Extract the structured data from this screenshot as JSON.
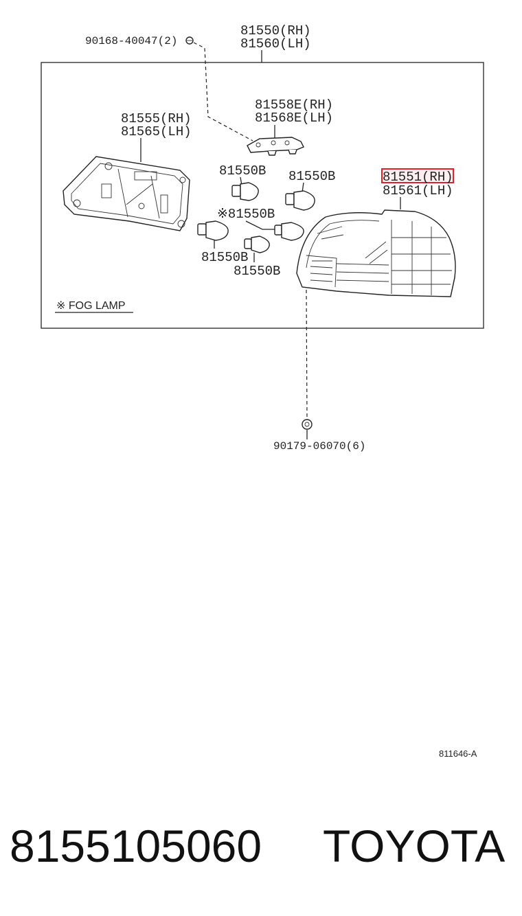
{
  "diagram": {
    "labels": {
      "screw_top": "90168-40047(2)",
      "housing_rh": "81550(RH)",
      "housing_lh": "81560(LH)",
      "socket_rh": "81558E(RH)",
      "socket_lh": "81568E(LH)",
      "gasket_rh": "81555(RH)",
      "gasket_lh": "81565(LH)",
      "bulb_1": "81550B",
      "bulb_2": "81550B",
      "bulb_3": "※81550B",
      "bulb_4": "81550B",
      "bulb_5": "81550B",
      "lens_rh": "81551(RH)",
      "lens_lh": "81561(LH)",
      "fog_note": "※ FOG LAMP",
      "nut_bottom": "90179-06070(6)",
      "diagram_code": "811646-A"
    },
    "highlight_color": "#e0202a"
  },
  "footer": {
    "part_number": "8155105060",
    "brand": "TOYOTA"
  }
}
